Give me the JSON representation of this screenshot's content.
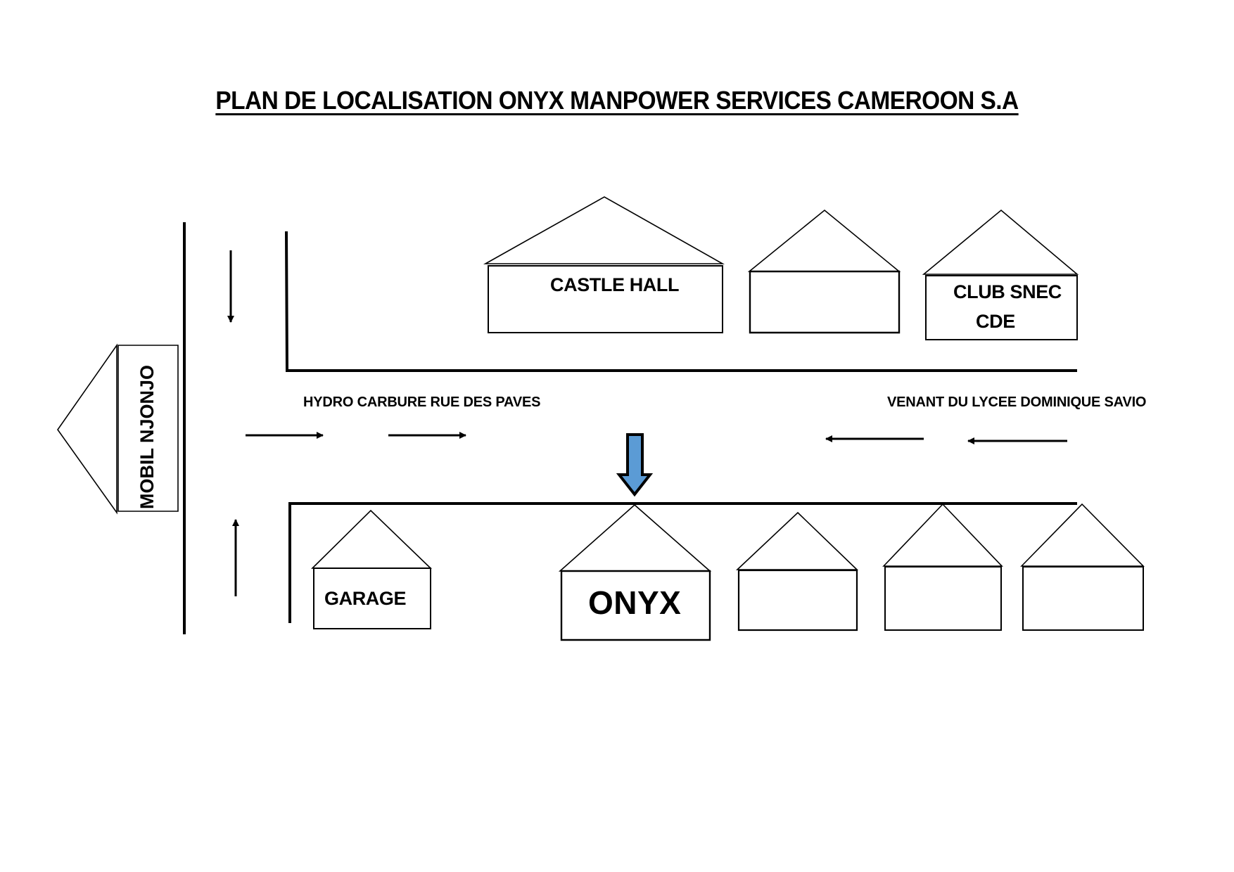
{
  "document": {
    "title": "PLAN DE LOCALISATION ONYX MANPOWER SERVICES CAMEROON S.A"
  },
  "streets": {
    "left_label": "HYDRO CARBURE RUE DES PAVES",
    "right_label": "VENANT DU LYCEE DOMINIQUE SAVIO"
  },
  "buildings": {
    "mobil": "MOBIL NJONJO",
    "castle_hall": "CASTLE HALL",
    "unnamed_top": "",
    "club_snec_line1": "CLUB SNEC",
    "club_snec_line2": "CDE",
    "garage": "GARAGE",
    "onyx": "ONYX",
    "unnamed_bottom_1": "",
    "unnamed_bottom_2": "",
    "unnamed_bottom_3": ""
  },
  "markers": {
    "destination_arrow_icon": "down-arrow-icon",
    "traffic_arrows": [
      "down",
      "up",
      "right",
      "right",
      "left",
      "left"
    ]
  },
  "colors": {
    "ink": "#000000",
    "destination_arrow": "#5b9bd5",
    "background": "#ffffff"
  }
}
